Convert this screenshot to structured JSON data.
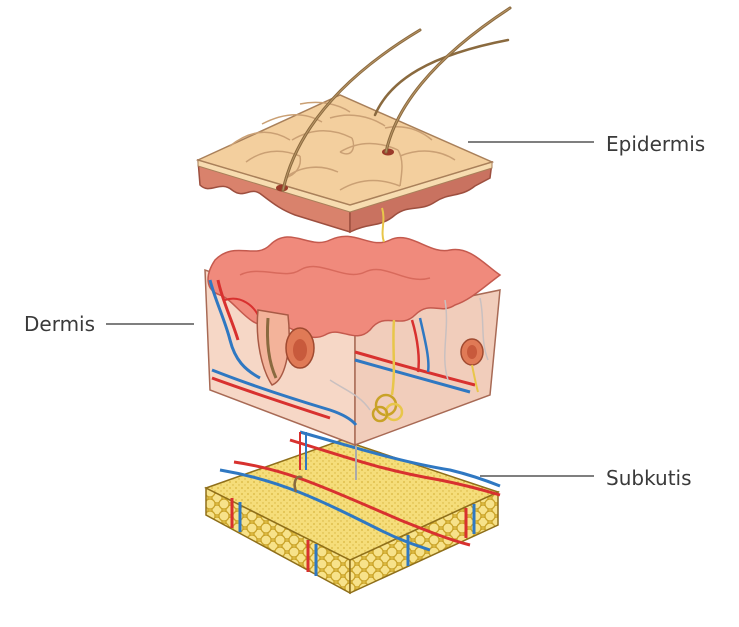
{
  "labels": {
    "epidermis": "Epidermis",
    "dermis": "Dermis",
    "subkutis": "Subkutis"
  },
  "colors": {
    "epidermis_top": "#f3cf9e",
    "epidermis_side": "#d9826c",
    "dermis_papillae": "#f08a7c",
    "dermis_body": "#f6d7c6",
    "artery": "#d8312f",
    "vein": "#2f78c2",
    "nerve": "#e8c64a",
    "hair": "#8a6a3f",
    "fat": "#f2d35c",
    "fat_outline": "#c9a227",
    "leader_line": "#555555"
  }
}
